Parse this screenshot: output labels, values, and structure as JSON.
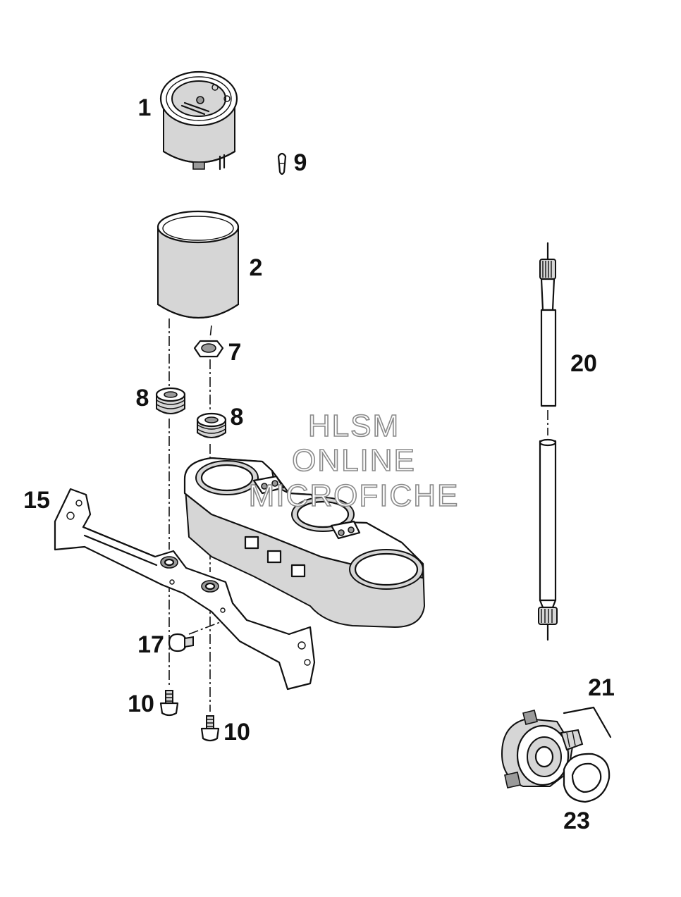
{
  "callouts": {
    "c1": "1",
    "c2": "2",
    "c7": "7",
    "c8a": "8",
    "c8b": "8",
    "c9": "9",
    "c10a": "10",
    "c10b": "10",
    "c15": "15",
    "c17": "17",
    "c20": "20",
    "c21": "21",
    "c23": "23"
  },
  "watermark": {
    "line1": "HLSM",
    "line2": "ONLINE",
    "line3": "MICROFICHE"
  }
}
